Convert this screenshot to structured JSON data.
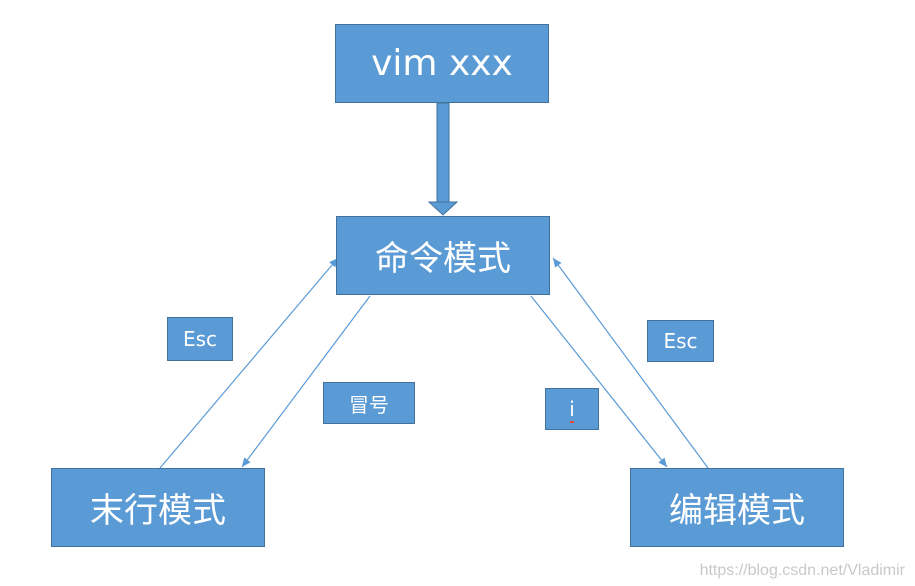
{
  "nodes": {
    "vim": "vim xxx",
    "command_mode": "命令模式",
    "last_line_mode": "末行模式",
    "edit_mode": "编辑模式"
  },
  "edge_labels": {
    "esc_left": "Esc",
    "colon": "冒号",
    "i": "i",
    "esc_right": "Esc"
  },
  "watermark": "https://blog.csdn.net/Vladimir",
  "colors": {
    "box_fill": "#5b9bd5",
    "box_border": "#41719c",
    "arrow": "#5b9bd5",
    "text": "#ffffff"
  }
}
